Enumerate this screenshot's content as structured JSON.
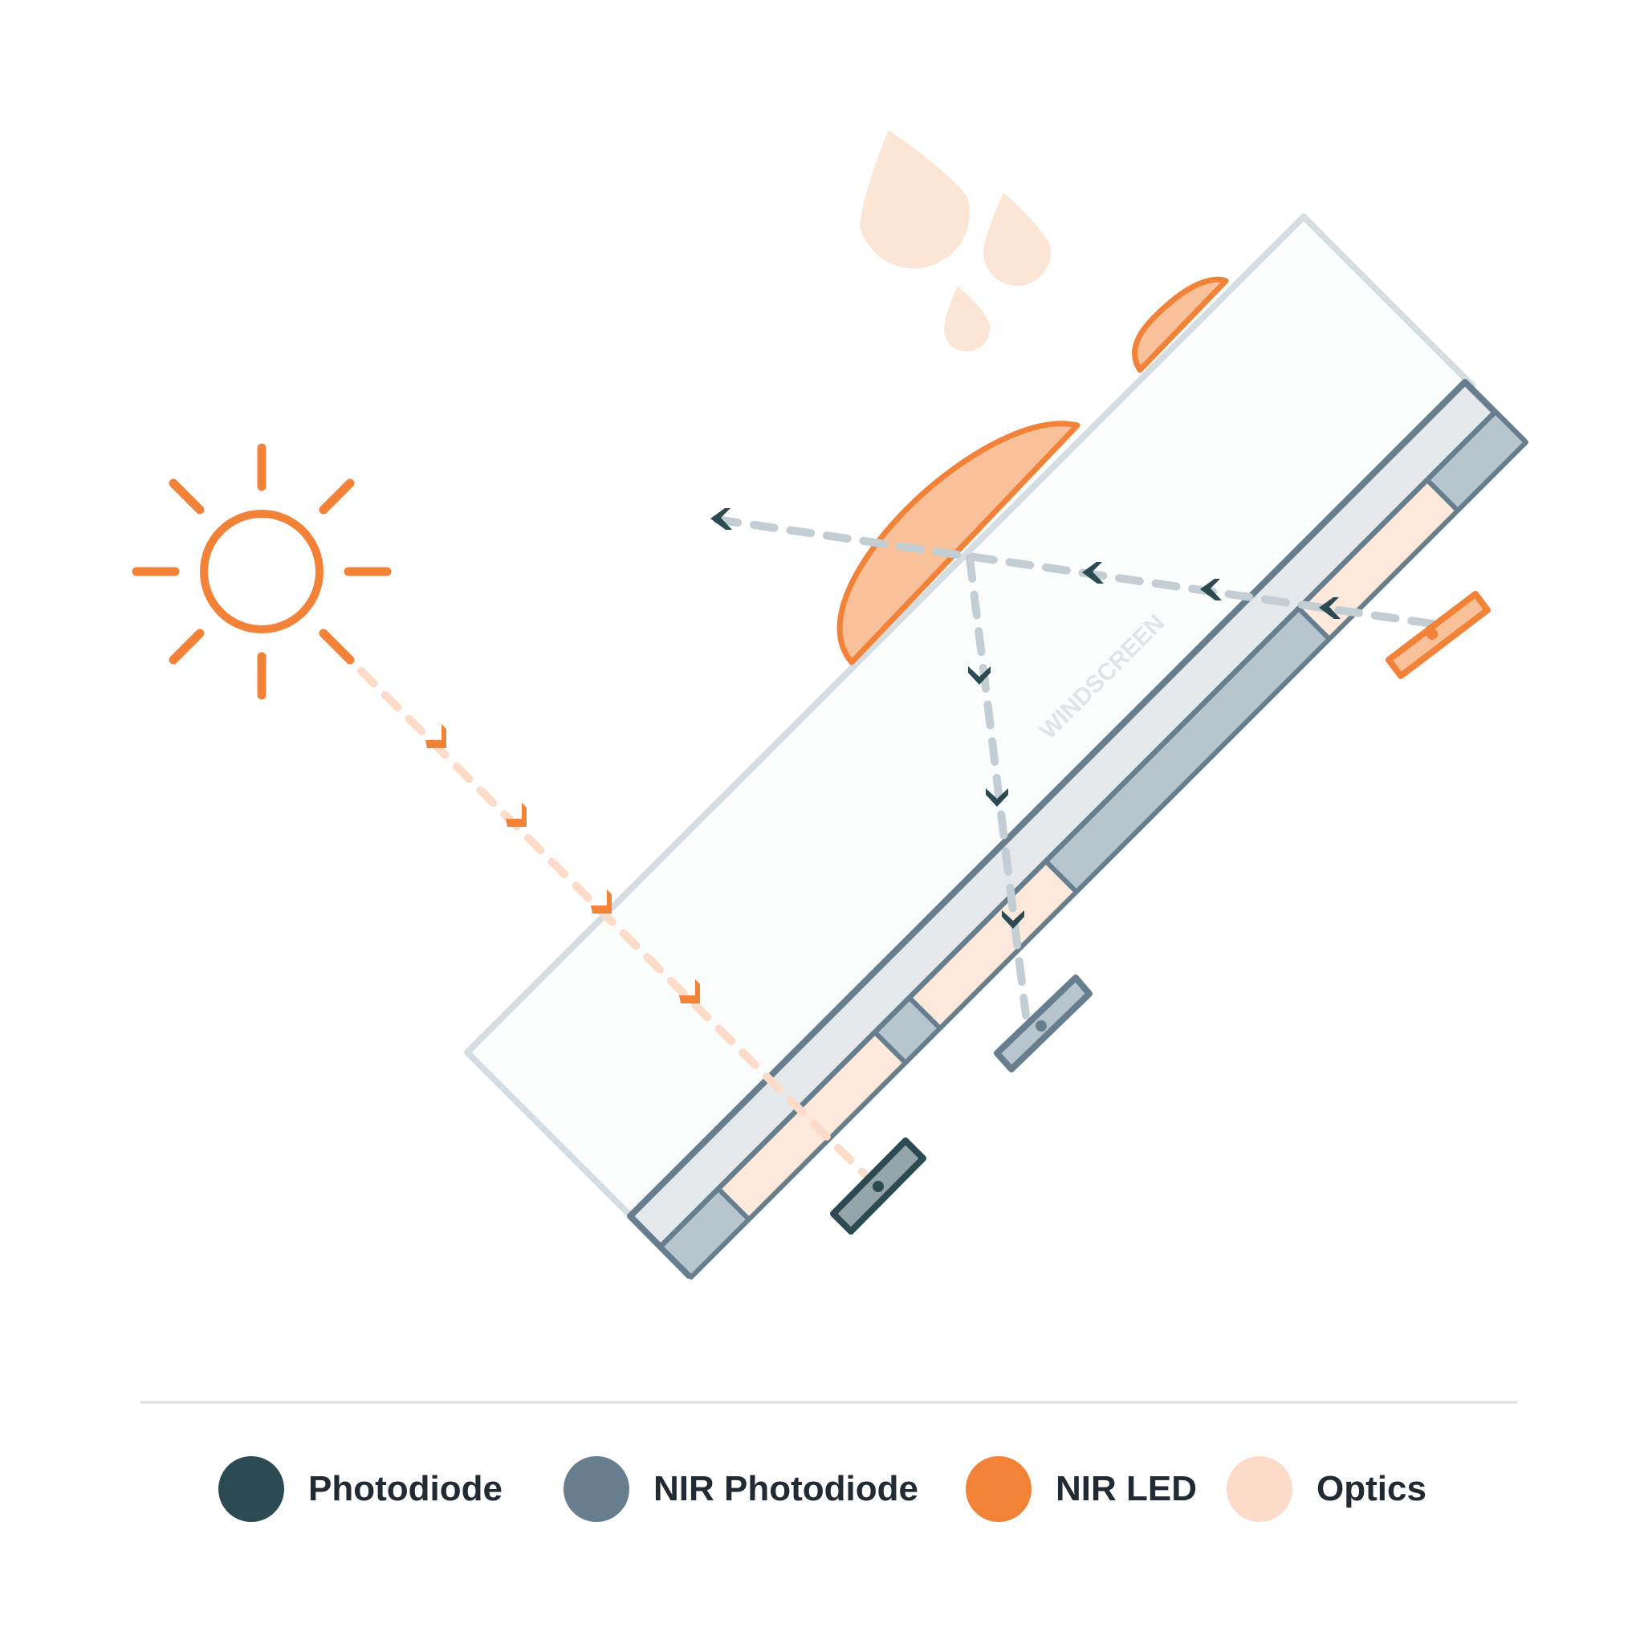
{
  "diagram": {
    "windscreen_label": "WINDSCREEN"
  },
  "legend": [
    {
      "label": "Photodiode",
      "color": "#2c4a52"
    },
    {
      "label": "NIR Photodiode",
      "color": "#677e8e"
    },
    {
      "label": "NIR LED",
      "color": "#f28237"
    },
    {
      "label": "Optics",
      "color": "#fcdcc9"
    }
  ],
  "colors": {
    "orange": "#f28237",
    "light_orange": "#fcdcc9",
    "mid_orange": "#f8c19a",
    "slate": "#677e8e",
    "slate_fill": "#b7c5ce",
    "dark": "#2c4a52",
    "glass": "#fbfdfd",
    "glass_edge": "#d6dde1"
  }
}
